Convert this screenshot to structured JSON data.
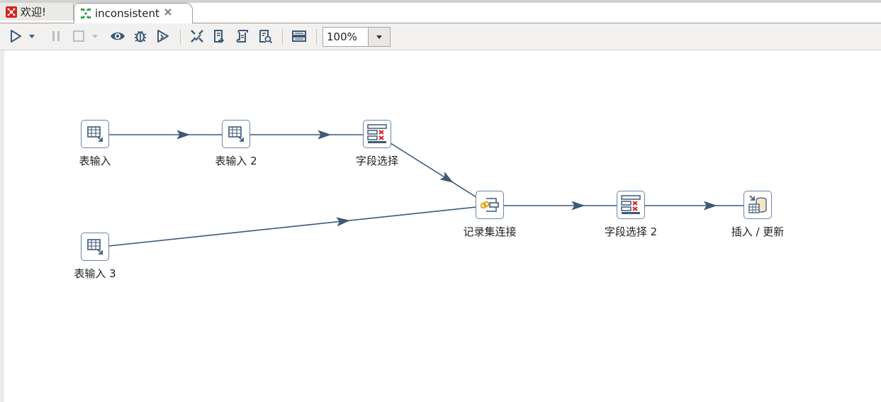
{
  "tabs": [
    {
      "label": "欢迎!",
      "icon": "welcome-icon",
      "active": false
    },
    {
      "label": "inconsistent",
      "icon": "transformation-icon",
      "active": true
    }
  ],
  "toolbar": {
    "zoom": "100%",
    "buttons": [
      "run-icon",
      "run-options-icon",
      "pause-icon",
      "stop-icon",
      "stop-options-icon",
      "preview-icon",
      "debug-icon",
      "replay-icon",
      "verify-icon",
      "impact-icon",
      "sql-icon",
      "explore-db-icon",
      "show-results-icon"
    ]
  },
  "steps": [
    {
      "id": "table-input-1",
      "label": "表输入",
      "icon": "table-input-icon"
    },
    {
      "id": "table-input-2",
      "label": "表输入 2",
      "icon": "table-input-icon"
    },
    {
      "id": "select-values-1",
      "label": "字段选择",
      "icon": "select-values-icon"
    },
    {
      "id": "table-input-3",
      "label": "表输入 3",
      "icon": "table-input-icon"
    },
    {
      "id": "merge-join",
      "label": "记录集连接",
      "icon": "merge-join-icon"
    },
    {
      "id": "select-values-2",
      "label": "字段选择 2",
      "icon": "select-values-icon"
    },
    {
      "id": "insert-update",
      "label": "插入 / 更新",
      "icon": "insert-update-icon"
    }
  ],
  "hops": [
    [
      "table-input-1",
      "table-input-2"
    ],
    [
      "table-input-2",
      "select-values-1"
    ],
    [
      "select-values-1",
      "merge-join"
    ],
    [
      "table-input-3",
      "merge-join"
    ],
    [
      "merge-join",
      "select-values-2"
    ],
    [
      "select-values-2",
      "insert-update"
    ]
  ],
  "colors": {
    "hop": "#3d5a78",
    "step_border": "#6a86a6",
    "accent_red": "#d42020"
  }
}
